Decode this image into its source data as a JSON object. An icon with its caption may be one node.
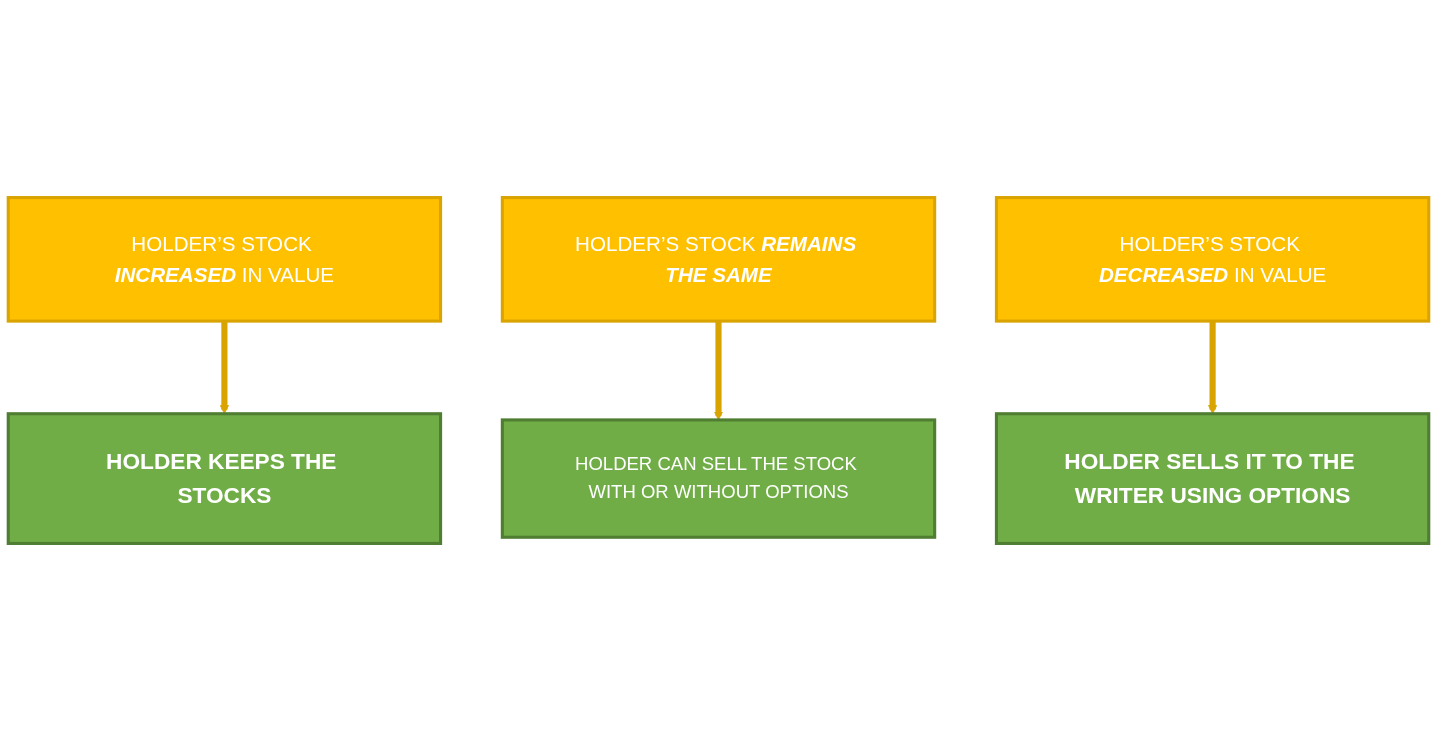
{
  "diagram": {
    "nodes": [
      {
        "text": [
          "HOLDER’S STOCK *INCREASED* IN VALUE"
        ]
      },
      {
        "text": [
          "HOLDER’S STOCK *REMAINS THE SAME*"
        ]
      },
      {
        "text": [
          "HOLDER’S STOCK *DECREASED* IN VALUE"
        ]
      },
      {
        "text": [
          "HOLDER KEEPS THE STOCKS"
        ]
      },
      {
        "text": [
          "HOLDER CAN SELL THE STOCK WITH OR WITHOUT OPTIONS"
        ]
      },
      {
        "text": [
          "HOLDER SELLS IT TO THE WRITER USING OPTIONS"
        ]
      }
    ],
    "edges": [
      {
        "from": 0,
        "to": 3,
        "arrow": "to"
      },
      {
        "from": 1,
        "to": 4,
        "arrow": "to"
      },
      {
        "from": 2,
        "to": 5,
        "arrow": "to"
      }
    ]
  }
}
